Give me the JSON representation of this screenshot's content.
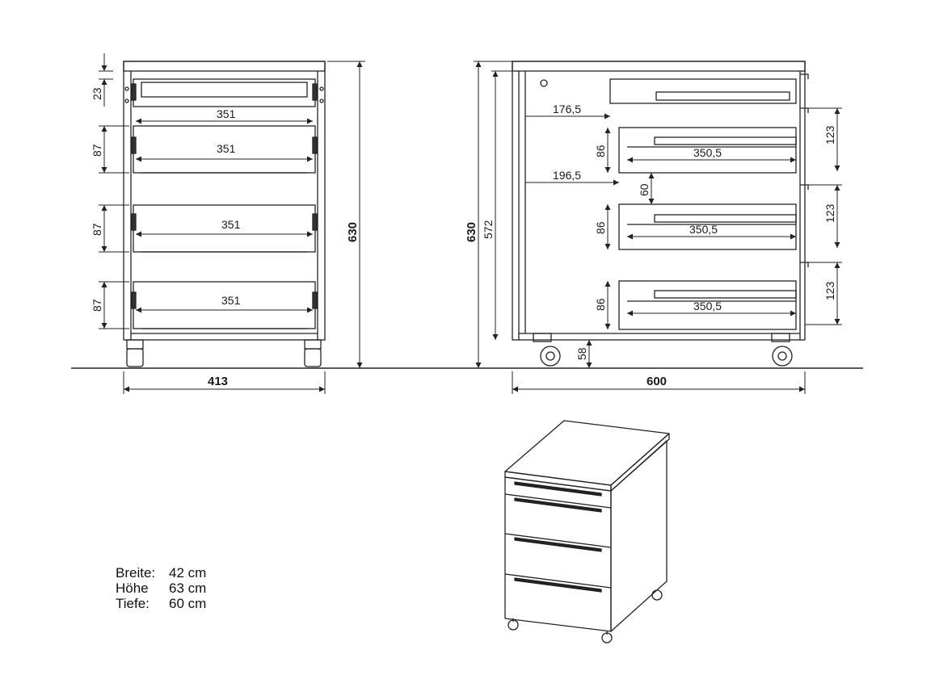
{
  "front_view": {
    "drawer_heights": [
      "23",
      "87",
      "87",
      "87"
    ],
    "drawer_widths": [
      "351",
      "351",
      "351",
      "351"
    ],
    "total_height": "630",
    "total_width": "413"
  },
  "side_view": {
    "drawer_depth_top": "176,5",
    "drawer_depth_bottom": "196,5",
    "drawer_heights": [
      "86",
      "86",
      "86"
    ],
    "drawer_lengths": [
      "350,5",
      "350,5",
      "350,5"
    ],
    "gap": "60",
    "pitch": [
      "123",
      "123",
      "123"
    ],
    "total_height": "630",
    "body_height": "572",
    "floor_clearance": "58",
    "total_depth": "600"
  },
  "specs": [
    {
      "label": "Breite:",
      "value": "42 cm"
    },
    {
      "label": "Höhe",
      "value": "63 cm"
    },
    {
      "label": "Tiefe:",
      "value": "60 cm"
    }
  ]
}
